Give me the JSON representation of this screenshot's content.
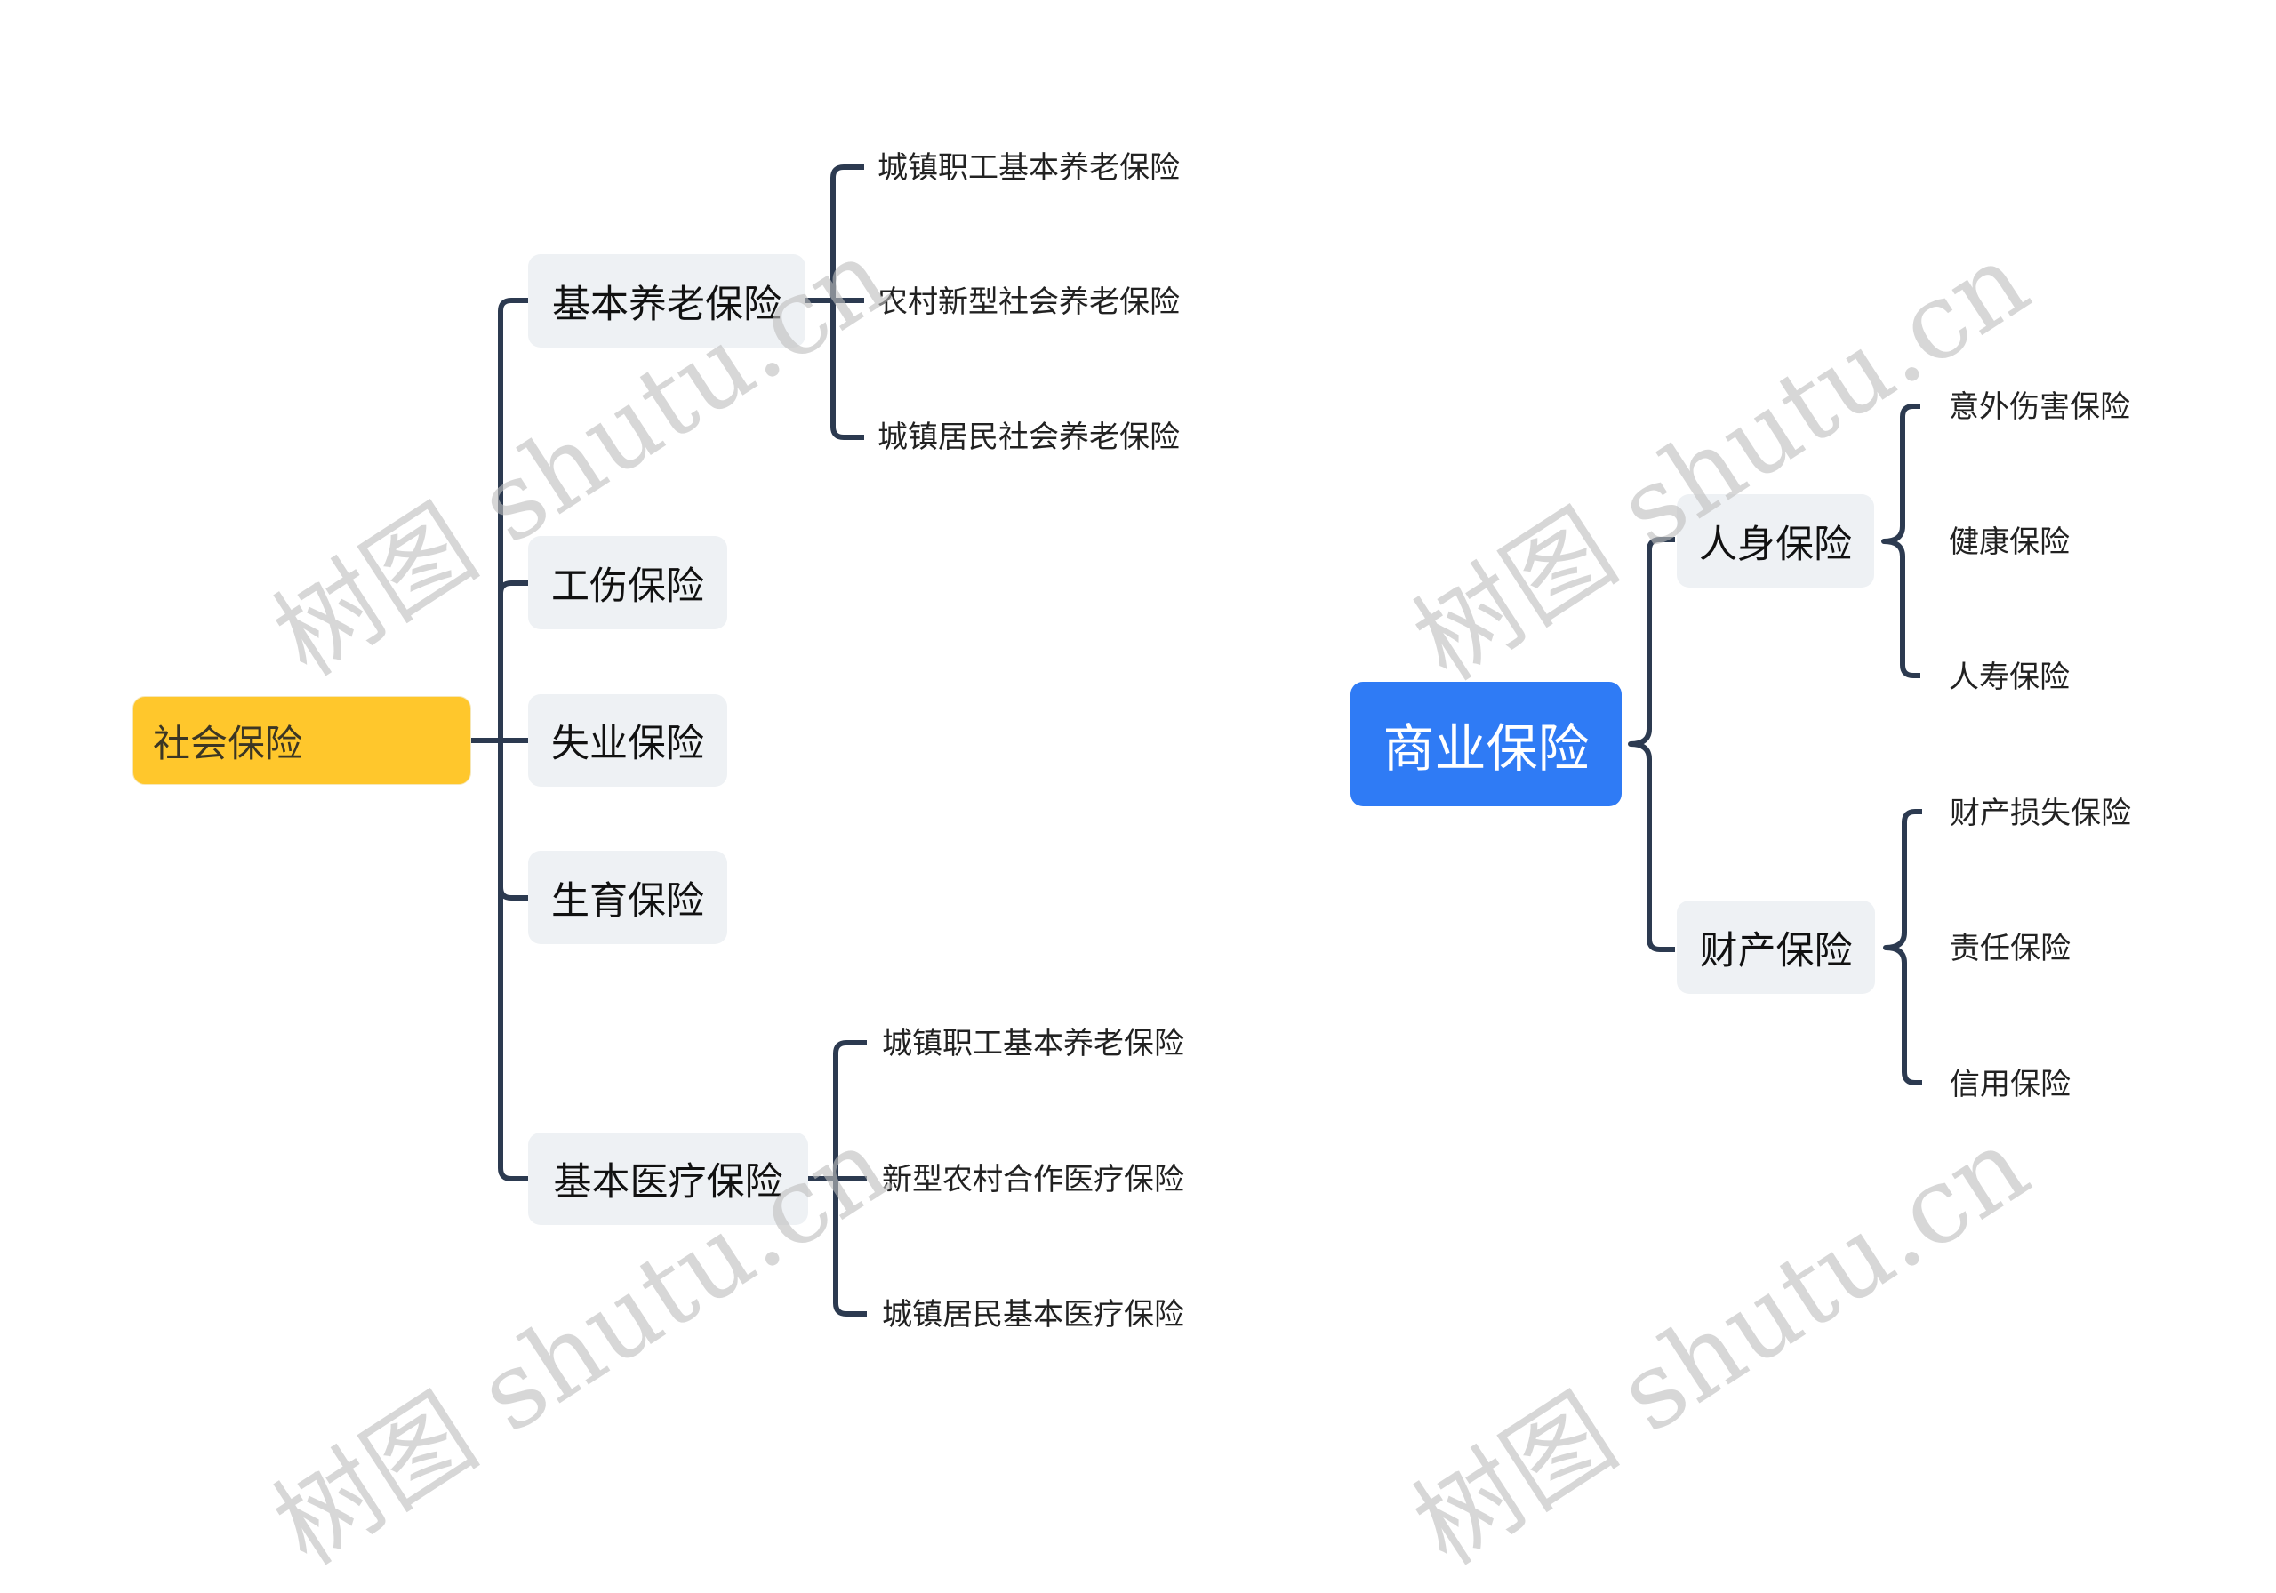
{
  "mindmaps": {
    "social": {
      "root": {
        "label": "社会保险",
        "color": "#FFC72C"
      },
      "children": [
        {
          "label": "基本养老保险",
          "children": [
            "城镇职工基本养老保险",
            "农村新型社会养老保险",
            "城镇居民社会养老保险"
          ]
        },
        {
          "label": "工伤保险"
        },
        {
          "label": "失业保险"
        },
        {
          "label": "生育保险"
        },
        {
          "label": "基本医疗保险",
          "children": [
            "城镇职工基本养老保险",
            "新型农村合作医疗保险",
            "城镇居民基本医疗保险"
          ]
        }
      ]
    },
    "commercial": {
      "root": {
        "label": "商业保险",
        "color": "#2f7bf5"
      },
      "children": [
        {
          "label": "人身保险",
          "children": [
            "意外伤害保险",
            "健康保险",
            "人寿保险"
          ]
        },
        {
          "label": "财产保险",
          "children": [
            "财产损失保险",
            "责任保险",
            "信用保险"
          ]
        }
      ]
    }
  },
  "colors": {
    "connector": "#2c3a50",
    "node_bg": "#eef1f4",
    "watermark": "#d0d0d0"
  },
  "watermark": {
    "text": "树图 shutu.cn"
  }
}
